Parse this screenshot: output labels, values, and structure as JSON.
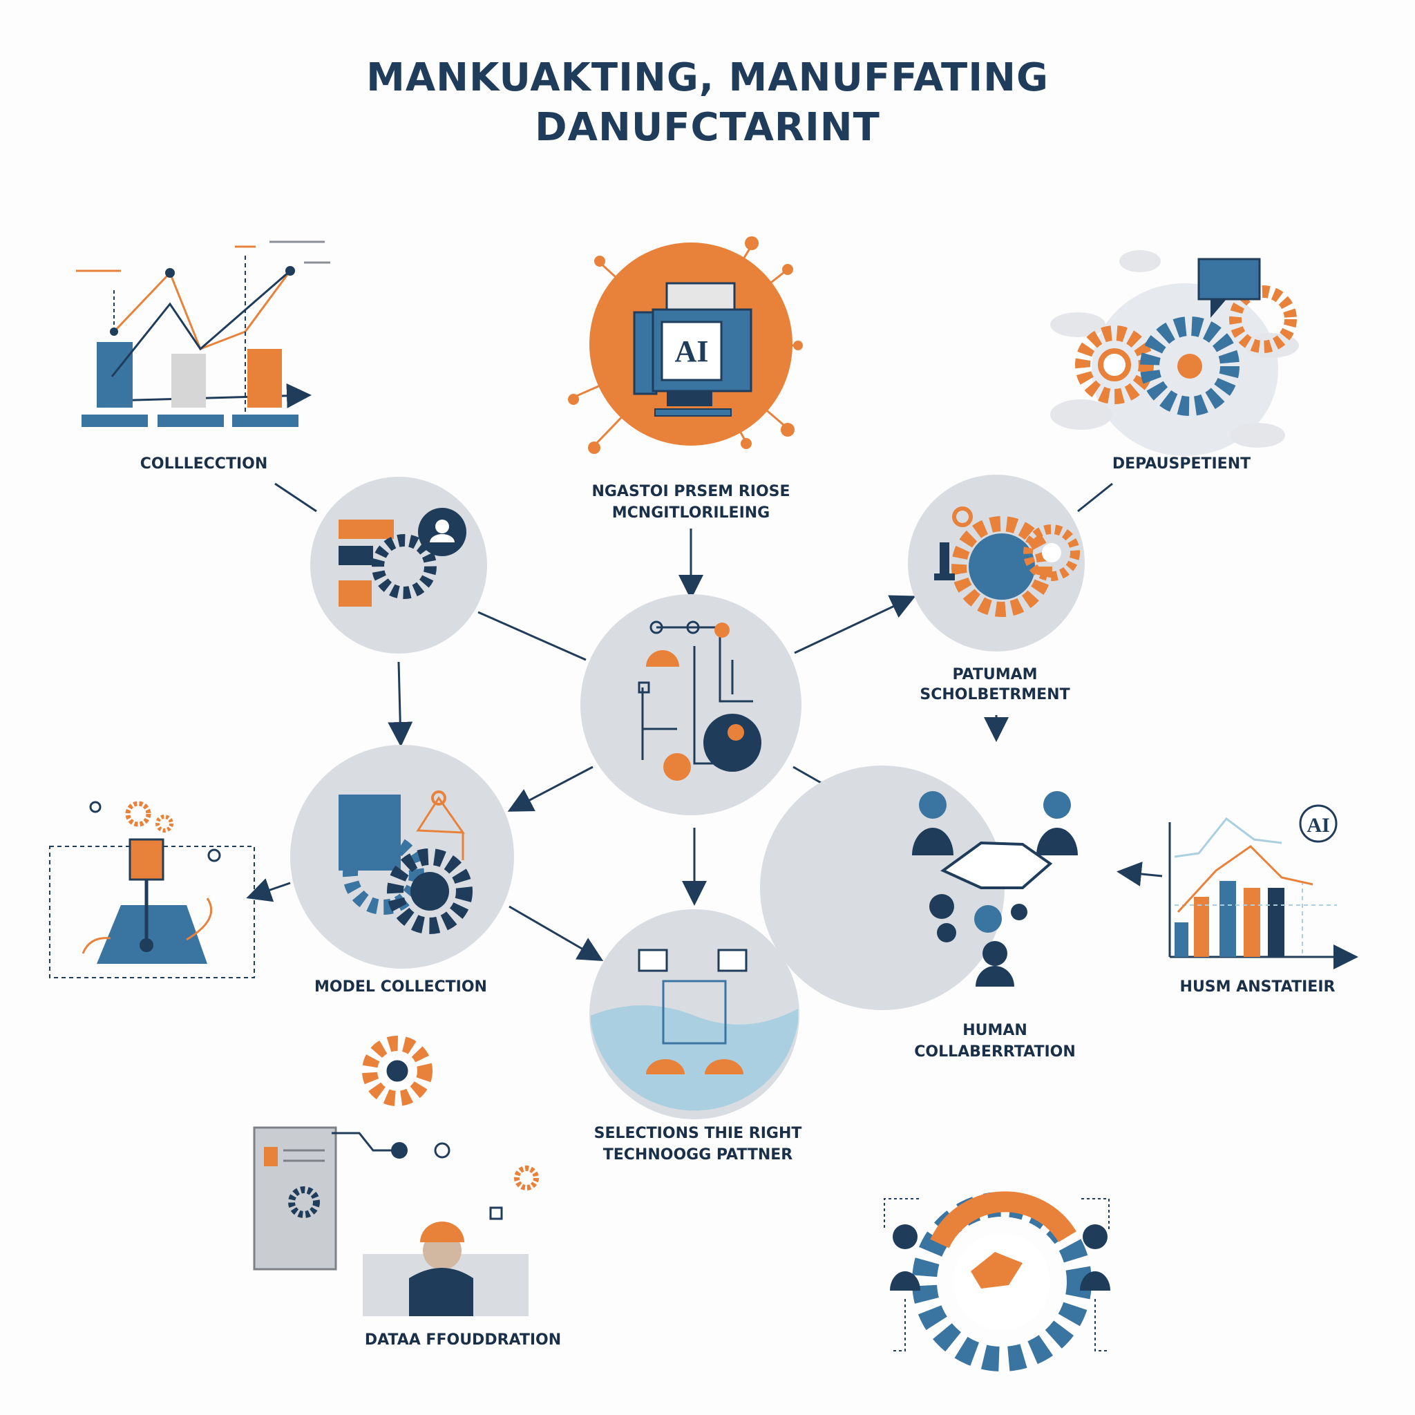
{
  "title": {
    "line1": "MANKUAKTING, MANUFFATING",
    "line2": "DANUFCTARINT"
  },
  "center_icon_text": "AI",
  "side_chart_badge": "AI",
  "labels": {
    "collection": "COLLLECCTION",
    "top_center_line1": "NGASTOI PRSEM RIOSE",
    "top_center_line2": "MCNGITLORILEING",
    "department": "DEPAUSPETIENT",
    "patuman_line1": "PATUMAM",
    "patuman_line2": "SCHOLBETRMENT",
    "model_collection": "MODEL COLLECTION",
    "human_line1": "HUMAN",
    "human_line2": "COLLABERRTATION",
    "husm": "HUSM ANSTATIEIR",
    "selecting_line1": "SELECTIONS THIE RIGHT",
    "selecting_line2": "TECHNOOGG PATTNER",
    "data_foundation": "DATAA FFOUDDRATION"
  },
  "colors": {
    "navy": "#1f3c5b",
    "blue": "#3a74a0",
    "orange": "#e8823a",
    "gray": "#d9dde2",
    "lightblue": "#a9cfe0"
  }
}
